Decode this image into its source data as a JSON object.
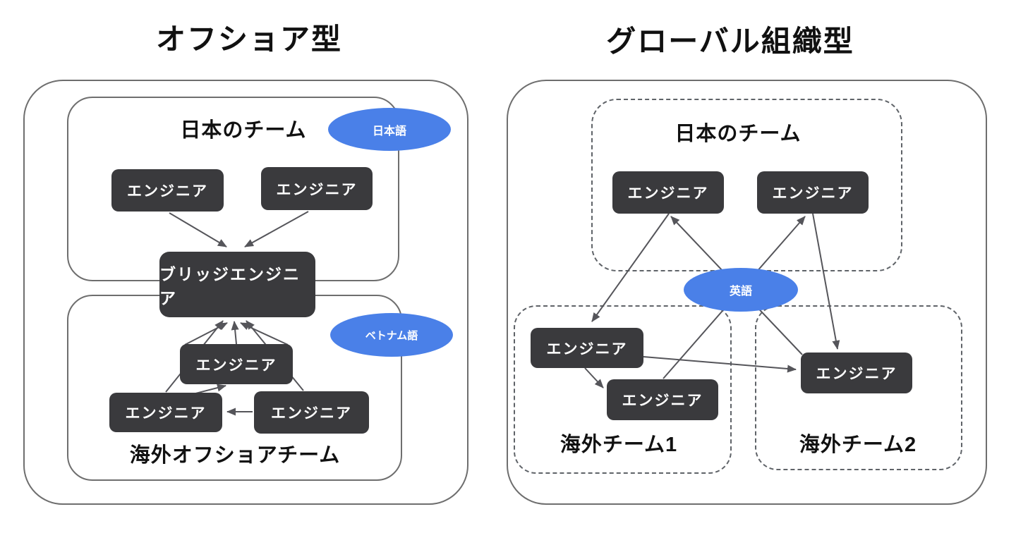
{
  "colors": {
    "node_fill": "#3a3a3d",
    "node_text": "#ffffff",
    "badge_fill": "#4a80e8",
    "border_gray": "#6e6e6e",
    "arrow": "#55555a",
    "label_text": "#111111"
  },
  "left_diagram": {
    "title": "オフショア型",
    "japan_team": {
      "label": "日本のチーム",
      "language_badge": "日本語",
      "engineers": [
        "エンジニア",
        "エンジニア"
      ]
    },
    "bridge_engineer": "ブリッジエンジニア",
    "offshore_team": {
      "label": "海外オフショアチーム",
      "language_badge": "ベトナム語",
      "engineers": [
        "エンジニア",
        "エンジニア",
        "エンジニア"
      ]
    },
    "edges": [
      {
        "from": "left-jp-engineer-1",
        "to": "bridge-engineer"
      },
      {
        "from": "left-jp-engineer-2",
        "to": "bridge-engineer"
      },
      {
        "from": "offshore-engineer-mid",
        "to": "bridge-engineer"
      },
      {
        "from": "offshore-engineer-left",
        "to": "bridge-engineer"
      },
      {
        "from": "offshore-engineer-right",
        "to": "bridge-engineer"
      },
      {
        "from": "offshore-engineer-left",
        "to": "offshore-engineer-mid"
      },
      {
        "from": "offshore-engineer-right",
        "to": "offshore-engineer-left"
      }
    ]
  },
  "right_diagram": {
    "title": "グローバル組織型",
    "japan_team": {
      "label": "日本のチーム",
      "engineers": [
        "エンジニア",
        "エンジニア"
      ]
    },
    "language_badge": "英語",
    "overseas_team_1": {
      "label": "海外チーム1",
      "engineers": [
        "エンジニア",
        "エンジニア"
      ]
    },
    "overseas_team_2": {
      "label": "海外チーム2",
      "engineers": [
        "エンジニア"
      ]
    },
    "edges": [
      {
        "from": "right-jp-engineer-1",
        "to": "team1-engineer-1"
      },
      {
        "from": "team2-engineer-1",
        "to": "right-jp-engineer-1"
      },
      {
        "from": "team1-engineer-2",
        "to": "right-jp-engineer-2"
      },
      {
        "from": "right-jp-engineer-2",
        "to": "team2-engineer-1"
      },
      {
        "from": "team1-engineer-1",
        "to": "team2-engineer-1"
      },
      {
        "from": "team1-engineer-1",
        "to": "team1-engineer-2"
      }
    ]
  }
}
